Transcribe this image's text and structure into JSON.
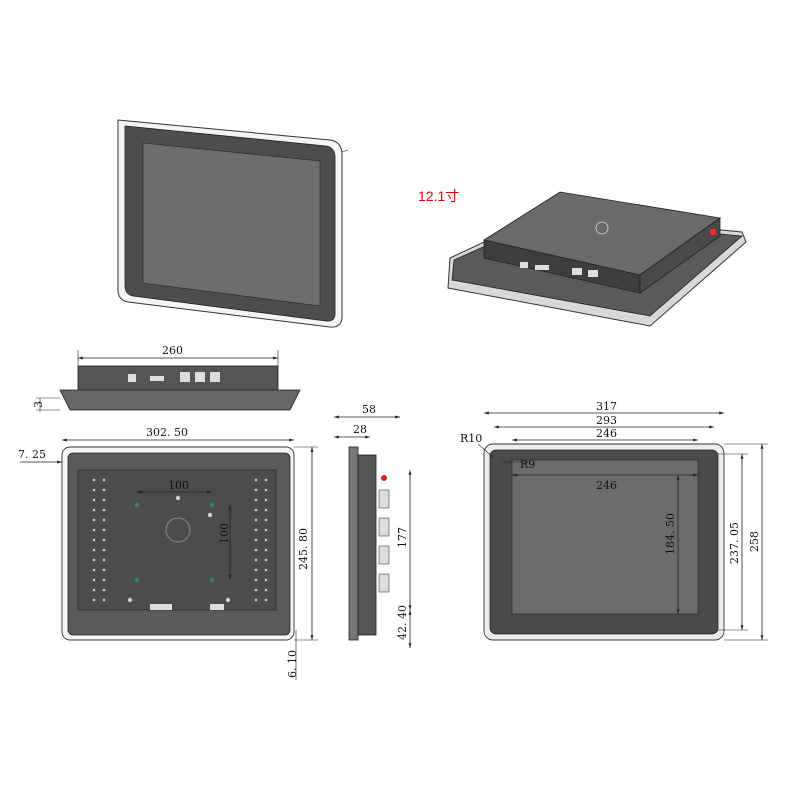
{
  "title": "12.1寸",
  "colors": {
    "accent": "#e00000",
    "panel": "#4a4a4a",
    "screen": "#6e6e6e",
    "bezel": "#d9d9d9"
  },
  "dimensions": {
    "top_width": "260",
    "top_height": "3",
    "front_width": "302. 50",
    "edge_offset": "7. 25",
    "hole_h": "100",
    "hole_v": "100",
    "front_height": "245. 80",
    "bottom_offset": "6. 10",
    "side_total": "58",
    "side_body": "28",
    "side_height": "177",
    "side_bottom": "42. 40",
    "screen_outer": "317",
    "screen_293": "293",
    "screen_246_top": "246",
    "screen_246_inner": "246",
    "radius_outer": "R10",
    "radius_inner": "R9",
    "v_184": "184. 50",
    "v_237": "237. 05",
    "v_258": "258"
  }
}
